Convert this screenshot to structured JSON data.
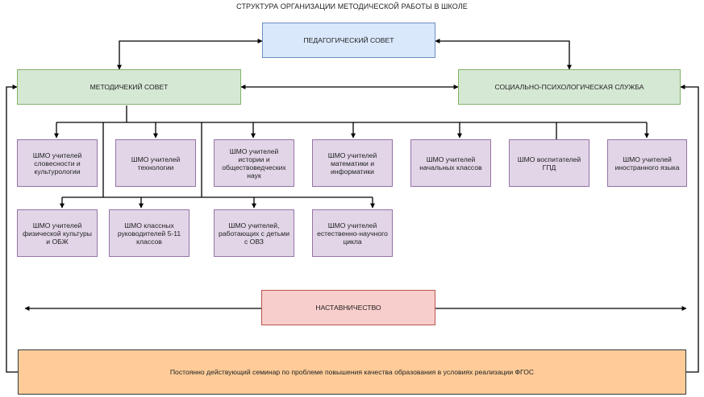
{
  "title": "СТРУКТУРА ОРГАНИЗАЦИИ МЕТОДИЧЕСКОЙ РАБОТЫ В ШКОЛЕ",
  "ped_council": "ПЕДАГОГИЧЕСКИЙ СОВЕТ",
  "method_council": "МЕТОДИЧЕКИЙ СОВЕТ",
  "social_service": "СОЦИАЛЬНО-ПСИХОЛОГИЧЕСКАЯ СЛУЖБА",
  "shmo_row1": [
    "ШМО учителей словесности и культурологии",
    "ШМО учителей технологии",
    "ШМО учителей истории и обществоведческих наук",
    "ШМО учителей математики и информатики",
    "ШМО учителей начальных классов",
    "ШМО воспитателей ГПД",
    "ШМО учителей иностранного языка"
  ],
  "shmo_row2": [
    "ШМО учителей физической культуры и ОБЖ",
    "ШМО классных руководителей 5-11 классов",
    "ШМО учителей, работающих с детьми с ОВЗ",
    "ШМО учителей естественно-научного цикла"
  ],
  "mentoring": "НАСТАВНИЧЕСТВО",
  "seminar": "Постоянно действующий семинар по проблеме повышения качества образования в условиях реализации ФГОС",
  "colors": {
    "blue_fill": "#dae8fc",
    "green_fill": "#d5e8d4",
    "purple_fill": "#e1d5e7",
    "pink_fill": "#f8cecc",
    "orange_fill": "#ffcc99",
    "line": "#000000"
  }
}
